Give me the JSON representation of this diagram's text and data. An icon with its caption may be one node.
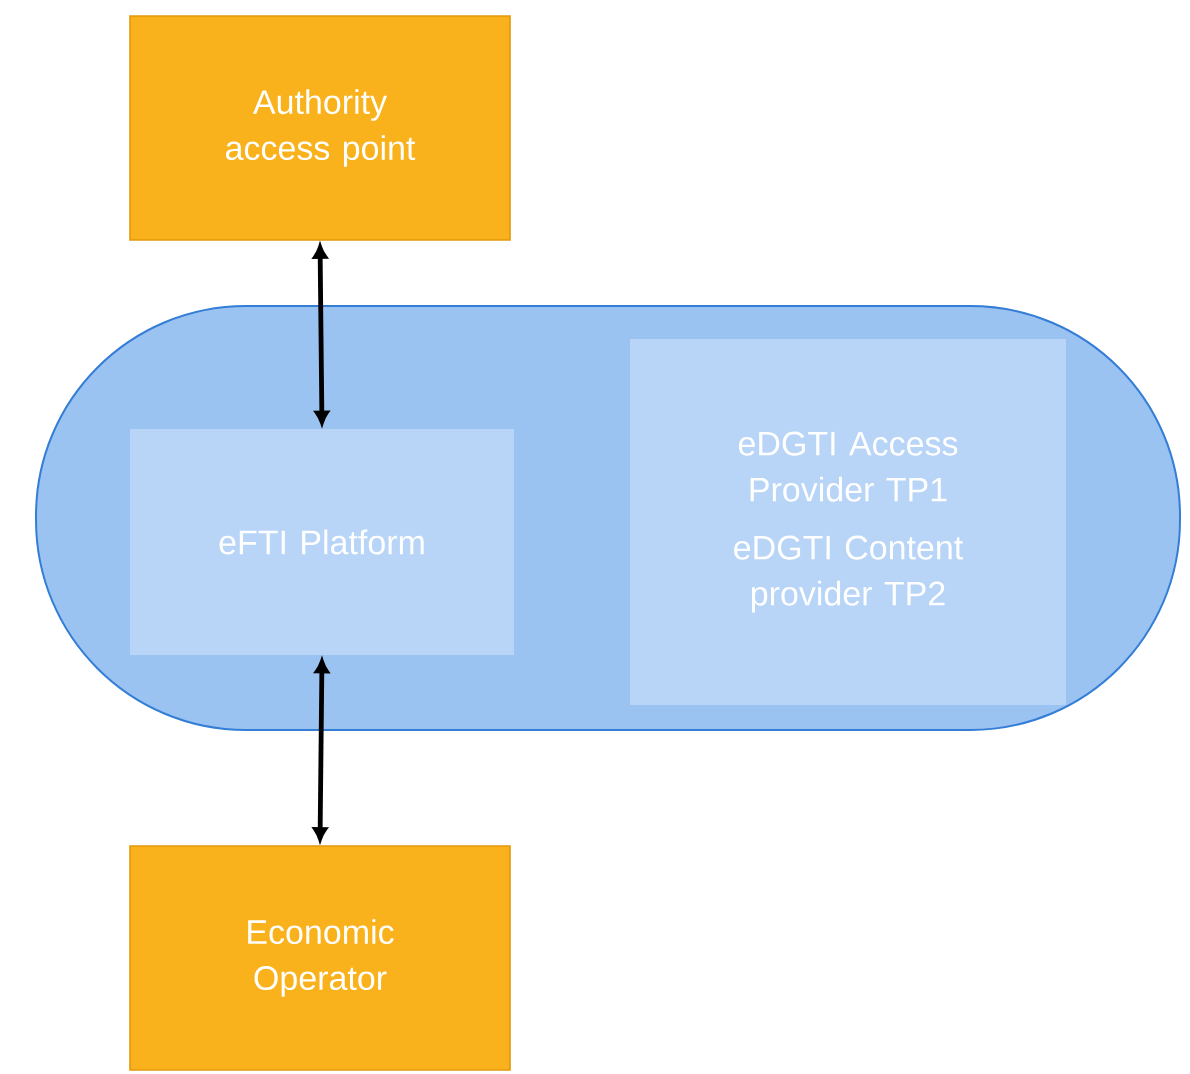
{
  "diagram": {
    "nodes": [
      {
        "text": [
          "Authority access point"
        ]
      },
      {
        "text": [],
        "shape": "band"
      },
      {
        "text": [
          "eFTI Platform"
        ],
        "in": 1
      },
      {
        "text": [
          "eDGTI Access Provider TP1",
          "eDGTI Content provider TP2"
        ],
        "in": 1
      },
      {
        "text": [
          "Economic Operator"
        ]
      }
    ],
    "edges": [
      {
        "from": 0,
        "to": 2,
        "arrow": "both"
      },
      {
        "from": 2,
        "to": 4,
        "arrow": "both"
      }
    ]
  }
}
